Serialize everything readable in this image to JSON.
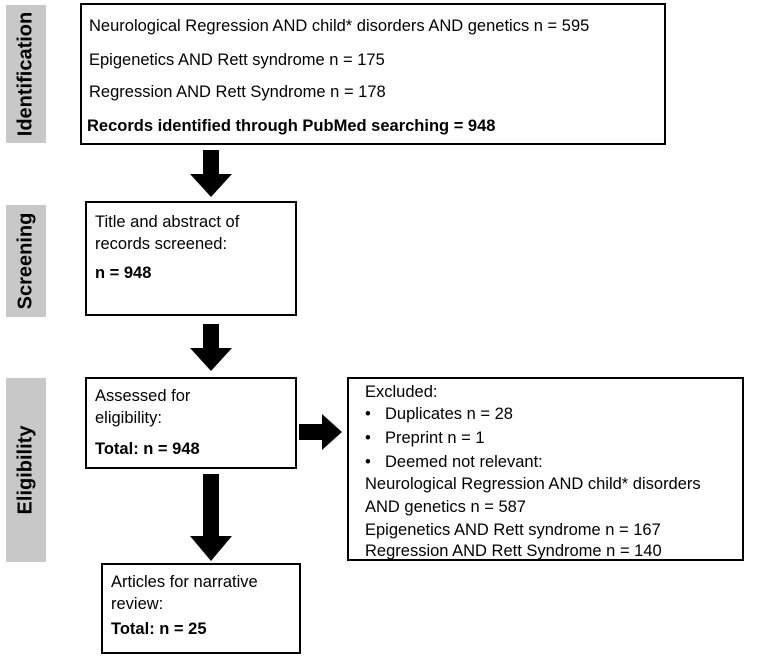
{
  "stages": {
    "identification": "Identification",
    "screening": "Screening",
    "eligibility": "Eligibility"
  },
  "identification_box": {
    "line1": "Neurological Regression AND child* disorders AND genetics n = 595",
    "line2": "Epigenetics AND Rett syndrome n = 175",
    "line3": "Regression AND Rett Syndrome n = 178",
    "total": "Records identified through PubMed searching = 948"
  },
  "screening_box": {
    "line1": "Title and abstract of",
    "line2": "records screened:",
    "total": "n = 948"
  },
  "eligibility_box": {
    "line1": "Assessed for",
    "line2": "eligibility:",
    "total": "Total: n = 948"
  },
  "excluded_box": {
    "heading": "Excluded:",
    "bullet1": "Duplicates n = 28",
    "bullet2": "Preprint n = 1",
    "bullet3": "Deemed not relevant:",
    "line4": "Neurological Regression AND child* disorders",
    "line5": "AND genetics n = 587",
    "line6": "Epigenetics AND Rett syndrome n = 167",
    "line7": "Regression AND Rett Syndrome n = 140"
  },
  "review_box": {
    "line1": "Articles for narrative",
    "line2": "review:",
    "total": "Total: n = 25"
  }
}
